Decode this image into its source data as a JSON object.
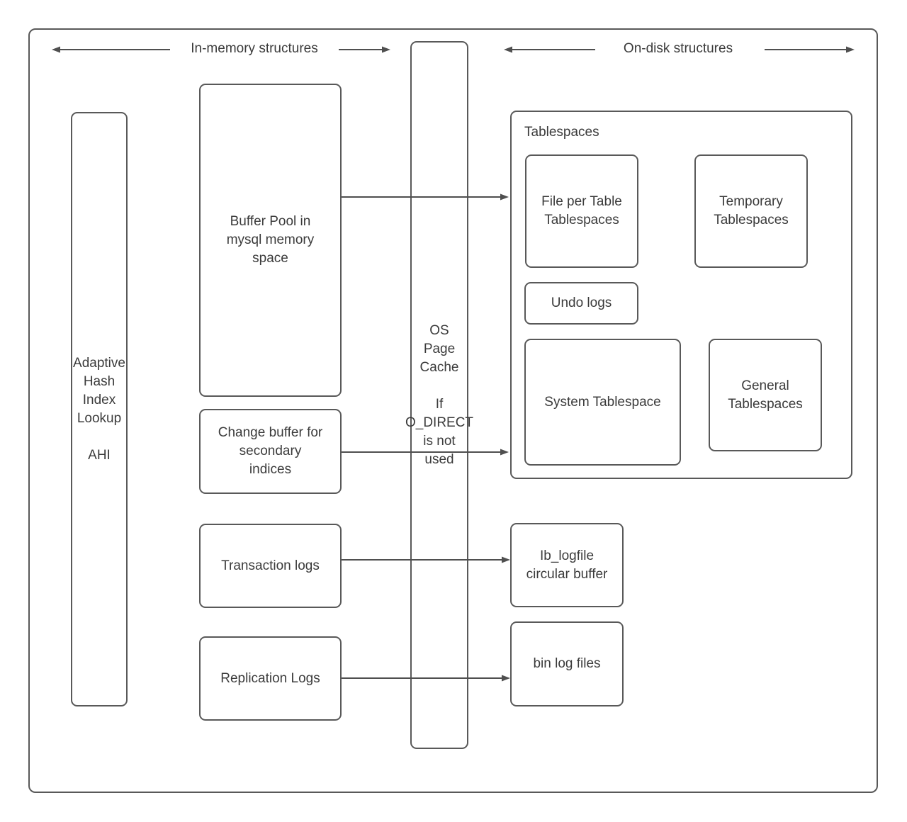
{
  "header": {
    "in_memory_label": "In-memory structures",
    "on_disk_label": "On-disk structures"
  },
  "colors": {
    "stroke": "#595959",
    "arrow": "#4f4f4f",
    "text": "#3b3b3b",
    "background": "#ffffff"
  },
  "nodes": {
    "ahi": "Adaptive Hash Index Lookup\n\nAHI",
    "buffer_pool": "Buffer Pool in\nmysql memory\nspace",
    "change_buffer": "Change buffer for\nsecondary\nindices",
    "transaction_logs": "Transaction logs",
    "replication_logs": "Replication Logs",
    "os_page_cache": "OS\nPage\nCache\n\nIf\nO_DIRECT\nis not\nused",
    "tablespaces_title": "Tablespaces",
    "file_per_table": "File per Table\nTablespaces",
    "temporary_tablespaces": "Temporary\nTablespaces",
    "undo_logs": "Undo logs",
    "system_tablespace": "System Tablespace",
    "general_tablespaces": "General\nTablespaces",
    "ib_logfile": "Ib_logfile\ncircular buffer",
    "bin_log_files": "bin log files"
  }
}
